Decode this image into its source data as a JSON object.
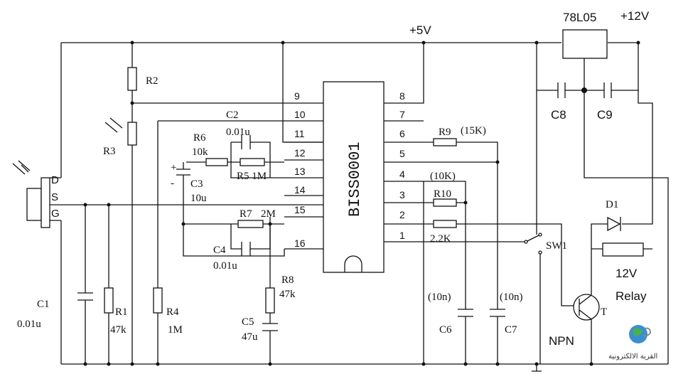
{
  "rails": {
    "v5": "+5V",
    "v12": "+12V"
  },
  "regulator": "78L05",
  "ic": {
    "name": "BISS0001",
    "pins_left": [
      "9",
      "10",
      "11",
      "12",
      "13",
      "14",
      "15",
      "16"
    ],
    "pins_right": [
      "8",
      "7",
      "6",
      "5",
      "4",
      "3",
      "2",
      "1"
    ]
  },
  "sensor_pins": {
    "d": "D",
    "s": "S",
    "g": "G"
  },
  "components": {
    "r1": "R1",
    "r1v": "47k",
    "r2": "R2",
    "r3": "R3",
    "r4": "R4",
    "r4v": "1M",
    "r5": "R5 1M",
    "r6": "R6",
    "r6v": "10k",
    "r7": "R7",
    "r7v": "2M",
    "r8": "R8",
    "r8v": "47k",
    "r9": "R9",
    "r9v": "(15K)",
    "r10": "R10",
    "r10v": "(10K)",
    "r11v": "2.2K",
    "c1": "C1",
    "c1v": "0.01u",
    "c2": "C2",
    "c2v": "0.01u",
    "c3": "C3",
    "c3v": "10u",
    "c4": "C4",
    "c4v": "0.01u",
    "c5": "C5",
    "c5v": "47u",
    "c6": "C6",
    "c6v": "(10n)",
    "c7": "C7",
    "c7v": "(10n)",
    "c8": "C8",
    "c9": "C9",
    "d1": "D1",
    "sw1": "SW1",
    "t": "T",
    "npn": "NPN",
    "relay": "12V",
    "relay2": "Relay",
    "plus": "+",
    "minus": "-"
  },
  "logo_text": "القرية الالكترونية"
}
